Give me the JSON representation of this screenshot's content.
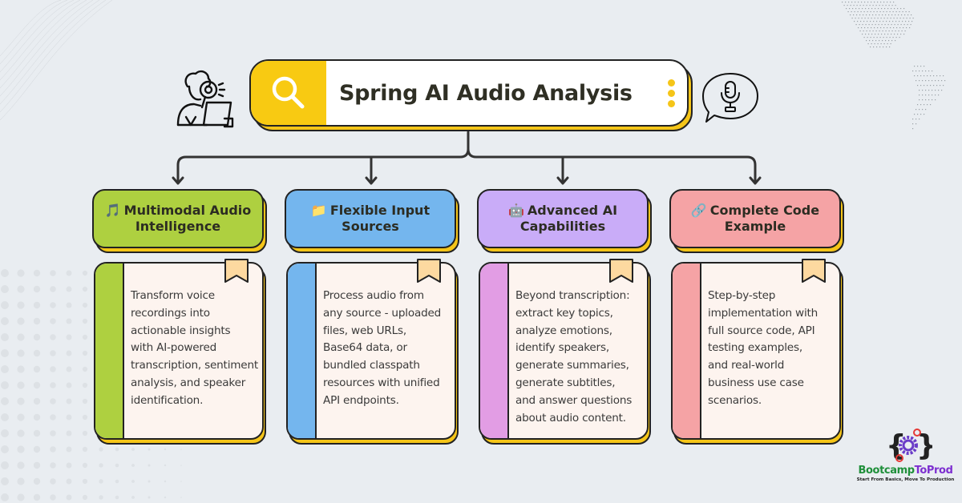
{
  "title": {
    "text": "Spring AI Audio Analysis",
    "left_icon": "search-icon",
    "right_icon": "more-vertical-icon",
    "accent_color": "#f8ca12"
  },
  "side_icons": {
    "left": "detective-magnifier-icon",
    "right": "microphone-speech-bubble-icon"
  },
  "categories": [
    {
      "emoji": "🎵",
      "icon": "music-note-icon",
      "label": "Multimodal Audio Intelligence",
      "color": "#aed040",
      "description": "Transform voice\nrecordings into\nactionable insights\nwith AI-powered\ntranscription, sentiment\nanalysis, and speaker\nidentification."
    },
    {
      "emoji": "📁",
      "icon": "folder-icon",
      "label": "Flexible Input Sources",
      "color": "#74b6ee",
      "description": "Process audio from\nany source - uploaded\nfiles, web URLs,\nBase64 data, or\nbundled classpath\nresources with unified\nAPI endpoints."
    },
    {
      "emoji": "🤖",
      "icon": "robot-icon",
      "label": "Advanced AI Capabilities",
      "color": "#c9acf8",
      "spine_color": "#e29de4",
      "description": "Beyond transcription:\nextract key topics,\nanalyze emotions,\nidentify speakers,\ngenerate summaries,\ngenerate subtitles,\nand answer questions\nabout audio content."
    },
    {
      "emoji": "🔗",
      "icon": "link-icon",
      "label": "Complete Code Example",
      "color": "#f5a3a5",
      "description": "Step-by-step\nimplementation with\nfull source code, API\ntesting examples,\nand real-world\nbusiness use case\nscenarios."
    }
  ],
  "logo": {
    "name_part1": "Bootcamp",
    "name_part2": "ToProd",
    "tagline": "Start From Basics, Move To Production"
  }
}
